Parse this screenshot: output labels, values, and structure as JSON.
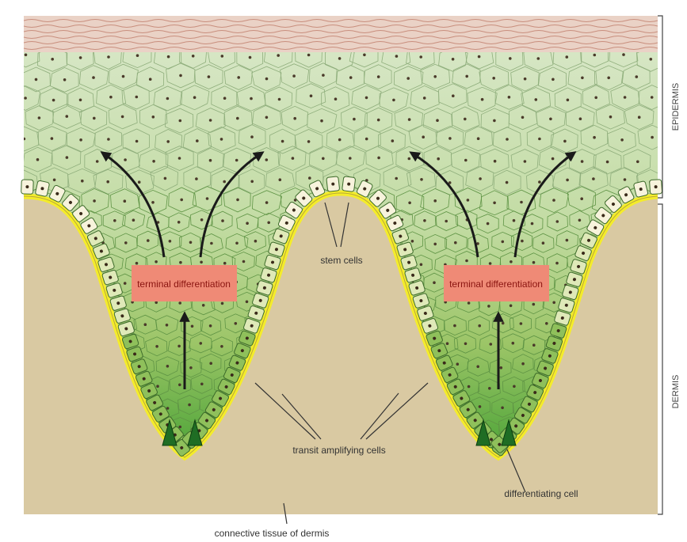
{
  "labels": {
    "epidermis": "EPIDERMIS",
    "dermis": "DERMIS",
    "terminal_differentiation": "terminal differentiation",
    "stem_cells": "stem cells",
    "transit_amplifying_cells": "transit amplifying cells",
    "differentiating_cell": "differentiating cell",
    "connective_tissue": "connective tissue of dermis"
  },
  "colors": {
    "dermis": "#d9c9a2",
    "epidermis_light": "#cfe0b8",
    "epidermis_mid": "#9cc567",
    "epidermis_dark": "#3f9a2f",
    "basement_membrane": "#f4ec2a",
    "stem_cell": "#f7f3dc",
    "cornified_layer": "#e8b9a8",
    "label_box": "#ef8a76",
    "label_box_text": "#8a1410"
  }
}
